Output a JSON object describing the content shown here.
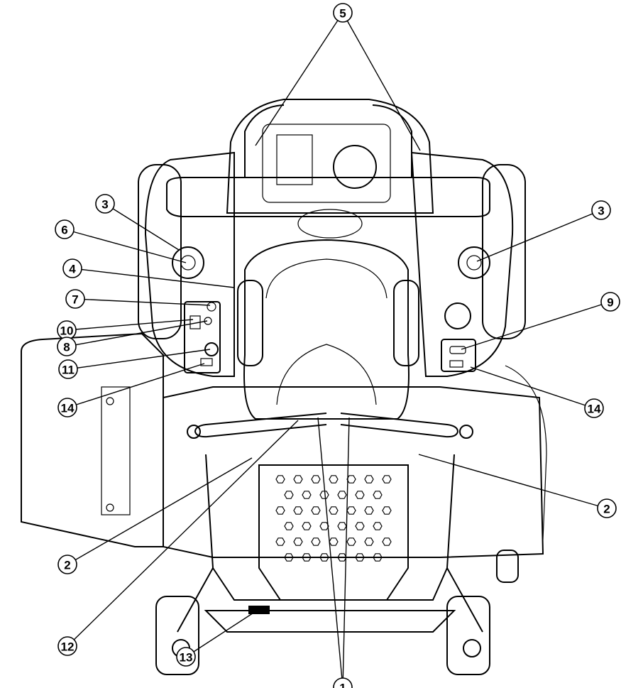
{
  "diagram": {
    "callouts": [
      {
        "id": "5-a",
        "label": "5"
      },
      {
        "id": "3-left",
        "label": "3"
      },
      {
        "id": "6",
        "label": "6"
      },
      {
        "id": "4",
        "label": "4"
      },
      {
        "id": "7",
        "label": "7"
      },
      {
        "id": "10",
        "label": "10"
      },
      {
        "id": "8",
        "label": "8"
      },
      {
        "id": "11",
        "label": "11"
      },
      {
        "id": "14-left",
        "label": "14"
      },
      {
        "id": "3-right",
        "label": "3"
      },
      {
        "id": "9",
        "label": "9"
      },
      {
        "id": "14-right",
        "label": "14"
      },
      {
        "id": "2-right",
        "label": "2"
      },
      {
        "id": "2-left",
        "label": "2"
      },
      {
        "id": "12",
        "label": "12"
      },
      {
        "id": "13",
        "label": "13"
      },
      {
        "id": "1",
        "label": "1"
      }
    ]
  }
}
